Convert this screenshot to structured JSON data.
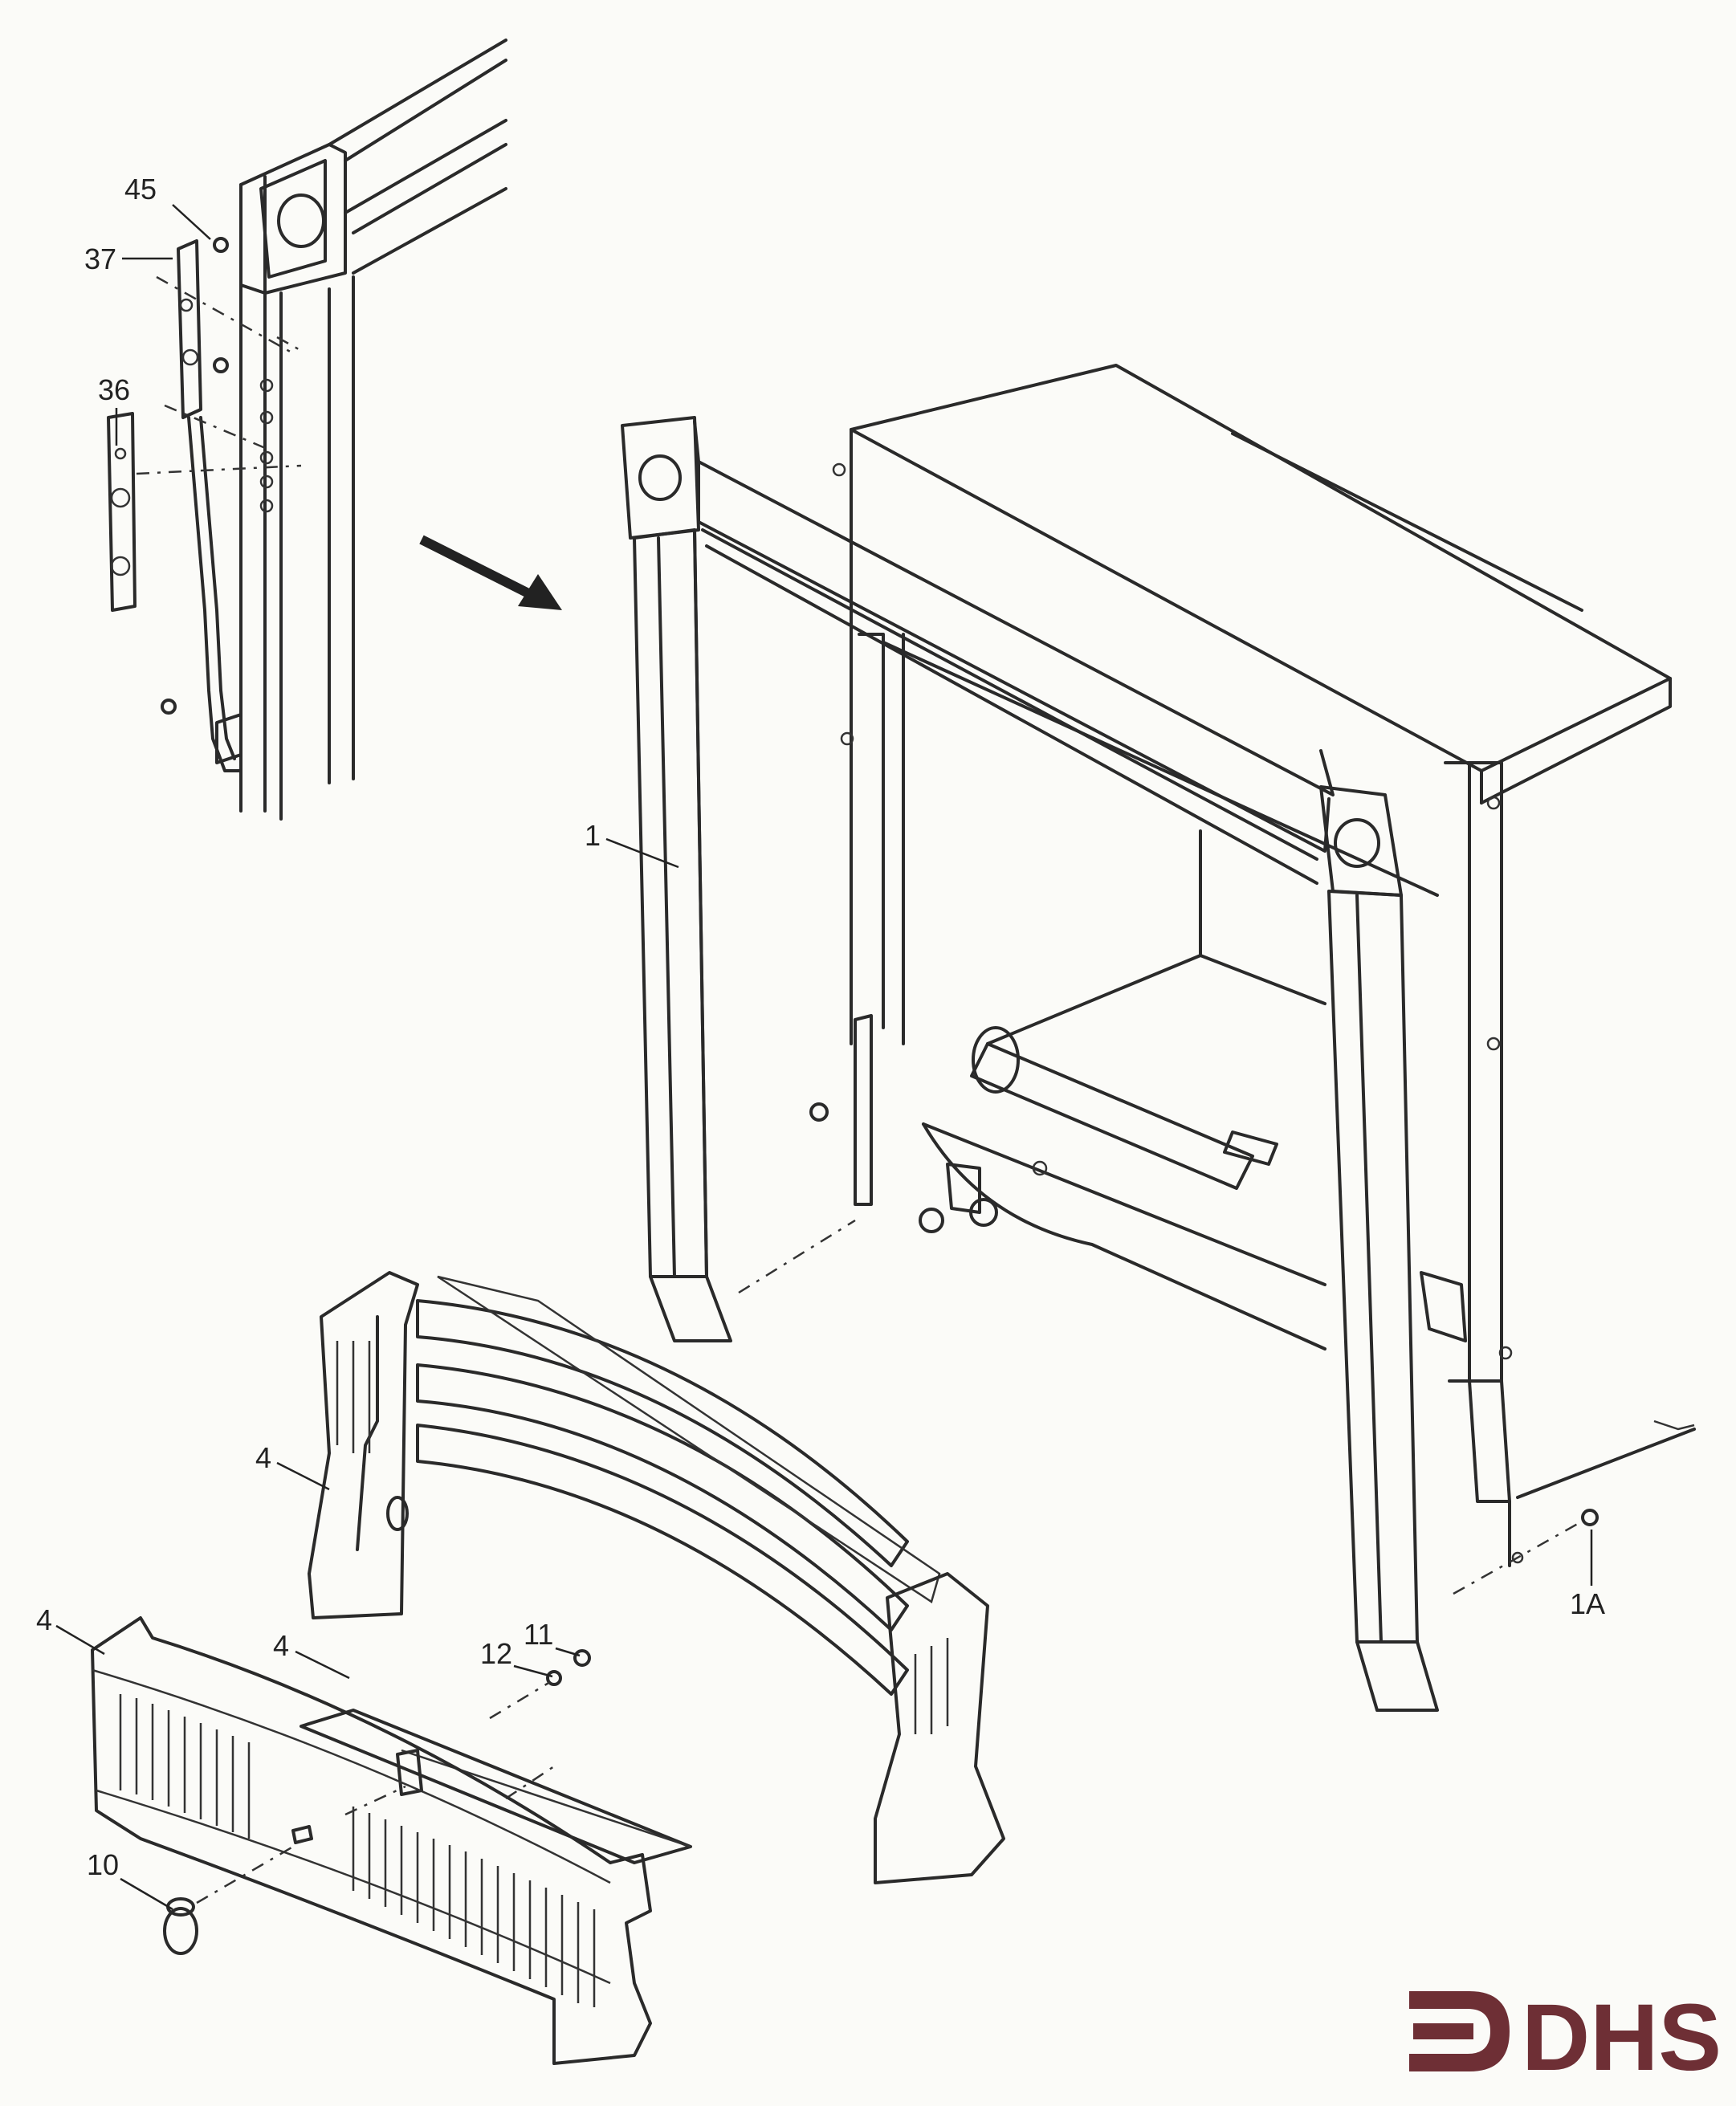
{
  "diagram": {
    "callouts": [
      {
        "id": "c45",
        "label": "45"
      },
      {
        "id": "c37",
        "label": "37"
      },
      {
        "id": "c36",
        "label": "36"
      },
      {
        "id": "c1",
        "label": "1"
      },
      {
        "id": "c4a",
        "label": "4"
      },
      {
        "id": "c4b",
        "label": "4"
      },
      {
        "id": "c4c",
        "label": "4"
      },
      {
        "id": "c12",
        "label": "12"
      },
      {
        "id": "c11",
        "label": "11"
      },
      {
        "id": "c10",
        "label": "10"
      },
      {
        "id": "c1A",
        "label": "1A"
      }
    ]
  },
  "logo": {
    "text": "DHS",
    "color": "#6e2f35"
  }
}
